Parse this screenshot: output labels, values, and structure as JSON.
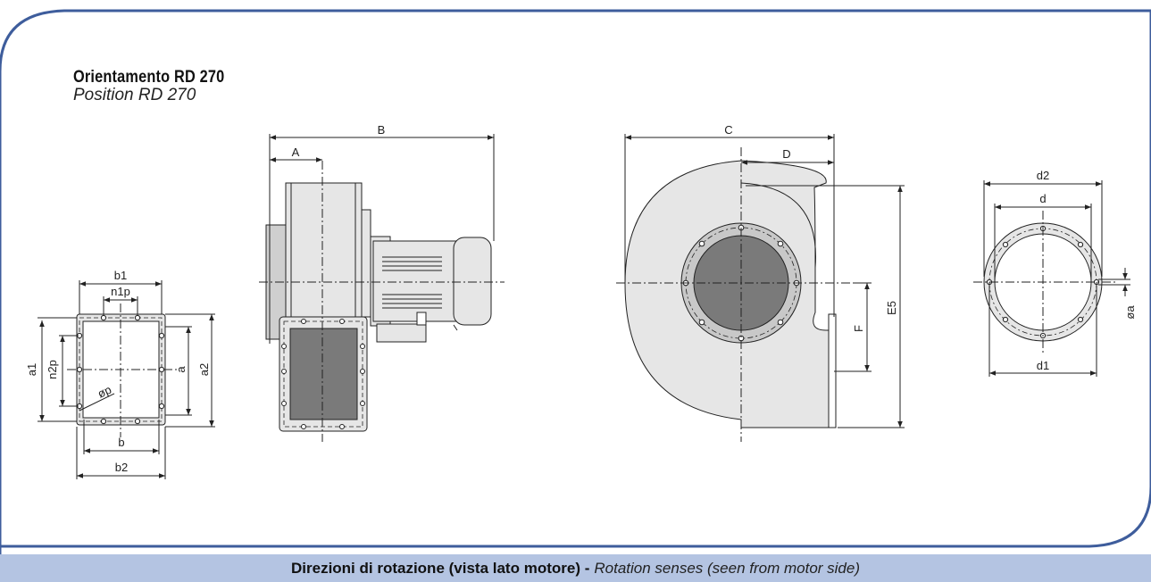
{
  "heading": {
    "title_it": "Orientamento RD 270",
    "title_en": "Position RD 270"
  },
  "footer": {
    "label_it": "Direzioni di rotazione (vista lato motore) -",
    "label_en": "Rotation senses (seen from motor side)"
  },
  "dimensions": {
    "outlet_flange": [
      "b1",
      "n1p",
      "a1",
      "n2p",
      "a",
      "a2",
      "øp",
      "b",
      "b2"
    ],
    "side_view": [
      "A",
      "B"
    ],
    "front_view": [
      "C",
      "D",
      "E5",
      "F"
    ],
    "inlet_flange": [
      "d2",
      "d",
      "d1",
      "øa"
    ]
  },
  "colors": {
    "frame_border": "#3e5d9c",
    "footer_band": "#b4c4e2",
    "housing_fill": "#e6e6e6",
    "inlet_fill": "#7a7a7a"
  }
}
